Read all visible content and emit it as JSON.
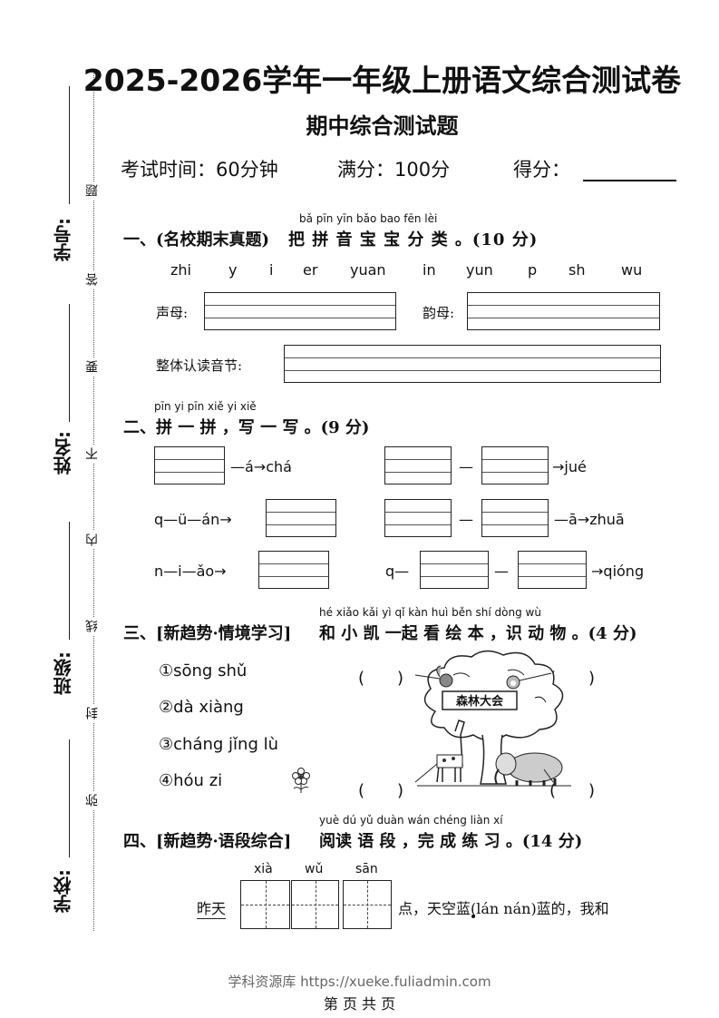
{
  "header": {
    "title": "2025-2026学年一年级上册语文综合测试卷",
    "subtitle": "期中综合测试题",
    "exam_time": "考试时间：60分钟",
    "full_score": "满分：100分",
    "score_label": "得分："
  },
  "binding_margin": {
    "student_id": "学号:",
    "name": "姓名:",
    "class": "班级:",
    "school": "学校:",
    "seal_chars": [
      "题",
      "答",
      "要",
      "不",
      "内",
      "线",
      "封",
      "弥"
    ]
  },
  "section1": {
    "pinyin": "bǎ  pīn  yīn  bǎo  bao  fēn  lèi",
    "title_a": "一、(名校期末真题)",
    "title_b": "把 拼 音 宝 宝 分 类 。(10 分)",
    "syllables": [
      "zhi",
      "y",
      "i",
      "er",
      "yuan",
      "in",
      "yun",
      "p",
      "sh",
      "wu"
    ],
    "label_shengmu": "声母:",
    "label_yunmu": "韵母:",
    "label_zhengti": "整体认读音节:"
  },
  "section2": {
    "pinyin": "pīn  yi  pīn     xiě  yi  xiě",
    "title": "二、拼 一 拼 ，写 一 写 。(9 分)",
    "r1_left": "—á→chá",
    "r1_right_dash": "—",
    "r1_right_end": "→jué",
    "r2_left": "q—ü—án→",
    "r2_right_dash": "—",
    "r2_right_end": "—ā→zhuā",
    "r3_left": "n—i—ǎo→",
    "r3_right_start": "q—",
    "r3_right_dash": "—",
    "r3_right_end": "→qióng"
  },
  "section3": {
    "pinyin": "hé xiǎo kǎi  yì  qǐ  kàn huì běn    shí dòng wù",
    "title_a": "三、[新趋势·情境学习]",
    "title_b": "和 小 凯 一起 看 绘 本 ，识 动 物 。(4 分)",
    "items": [
      "①sōng shǔ",
      "②dà xiàng",
      "③cháng jǐng lù",
      "④hóu zi"
    ],
    "picture_sign": "森林大会",
    "paren": "(　　)"
  },
  "section4": {
    "pinyin": "yuè dú  yǔ duàn    wán chéng liàn  xí",
    "title_a": "四、[新趋势·语段综合]",
    "title_b": "阅读 语 段 ，完  成  练  习 。(14 分)",
    "grid_pinyin": [
      "xià",
      "wǔ",
      "sān"
    ],
    "text_start": "昨天",
    "text_end": "点，天空蓝(lán  nán)蓝的，我和"
  },
  "footer": {
    "watermark": "学科资源库 https://xueke.fuliadmin.com",
    "page": "第 页 共 页"
  }
}
